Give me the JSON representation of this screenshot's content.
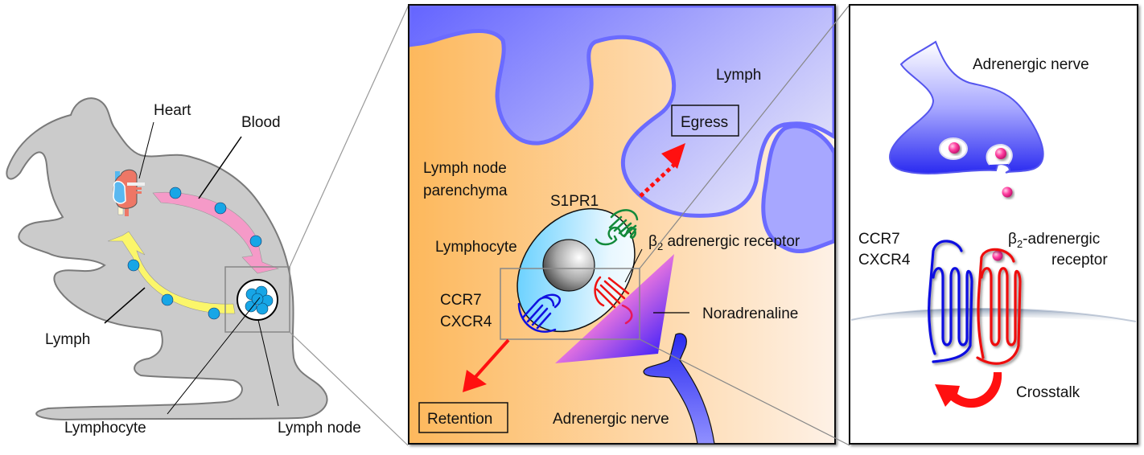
{
  "panel_left": {
    "labels": {
      "heart": "Heart",
      "blood": "Blood",
      "lymph": "Lymph",
      "lymphocyte": "Lymphocyte",
      "lymph_node": "Lymph node"
    }
  },
  "panel_middle": {
    "labels": {
      "lymph": "Lymph",
      "egress": "Egress",
      "parenchyma_line1": "Lymph node",
      "parenchyma_line2": "parenchyma",
      "s1pr1": "S1PR1",
      "lymphocyte": "Lymphocyte",
      "beta": "β",
      "beta_sub": "2",
      "b2_receptor": " adrenergic receptor",
      "ccr7": "CCR7",
      "cxcr4": "CXCR4",
      "noradrenaline": "Noradrenaline",
      "retention": "Retention",
      "adrenergic_nerve": "Adrenergic nerve"
    }
  },
  "panel_right": {
    "labels": {
      "adrenergic_nerve": "Adrenergic nerve",
      "ccr7": "CCR7",
      "cxcr4": "CXCR4",
      "beta": "β",
      "beta_sub": "2",
      "b2_line1": "-adrenergic",
      "b2_line2": "receptor",
      "crosstalk": "Crosstalk"
    }
  },
  "colors": {
    "mouse_fill": "#cbcbcb",
    "mouse_stroke": "#7a7a7a",
    "blood_arrow": "#f59ac8",
    "lymph_arrow": "#fbf66a",
    "lymphocyte": "#17a6e6",
    "lymph_vessel": "#6b6bff",
    "parenchyma": "#fdbf6a",
    "red_arrow": "#ff1010",
    "ccr7_receptor": "#1010e0",
    "b2_receptor": "#ee1111",
    "s1pr1_receptor": "#138a3a",
    "noradrenaline_dot": "#ff3fa0"
  }
}
